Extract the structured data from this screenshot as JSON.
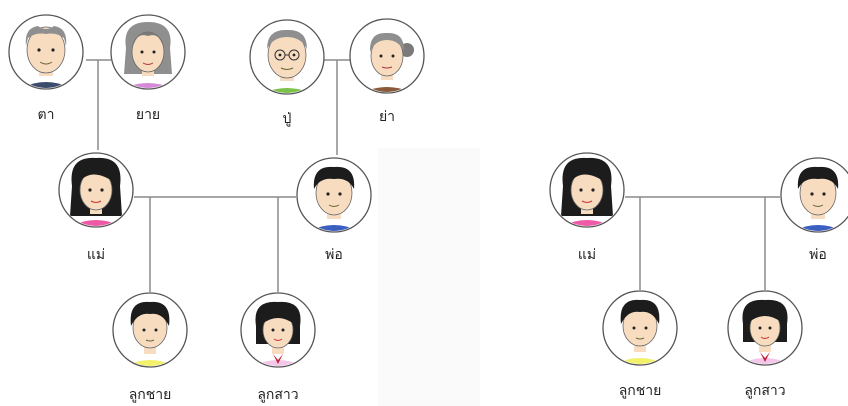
{
  "family_full": {
    "grandfather_maternal": "ตา",
    "grandmother_maternal": "ยาย",
    "grandfather_paternal": "ปู่",
    "grandmother_paternal": "ย่า",
    "mother": "แม่",
    "father": "พ่อ",
    "son": "ลูกชาย",
    "daughter": "ลูกสาว"
  },
  "family_nuclear": {
    "mother": "แม่",
    "father": "พ่อ",
    "son": "ลูกชาย",
    "daughter": "ลูกสาว"
  },
  "colors": {
    "line": "#8a8a8a",
    "frame": "#555555",
    "skin": "#f7dcc0",
    "hair_black": "#1c1c1c",
    "hair_gray": "#8f8f8f",
    "shirt_pink": "#ef5aa8",
    "shirt_blue": "#3a5fc0",
    "shirt_yellow": "#f3f06a",
    "shirt_lightpink": "#f4c6ea",
    "shirt_navy": "#3b4b6b",
    "shirt_violet": "#d58ad8",
    "shirt_green": "#7cc24a",
    "shirt_brown": "#8a5a3a"
  }
}
